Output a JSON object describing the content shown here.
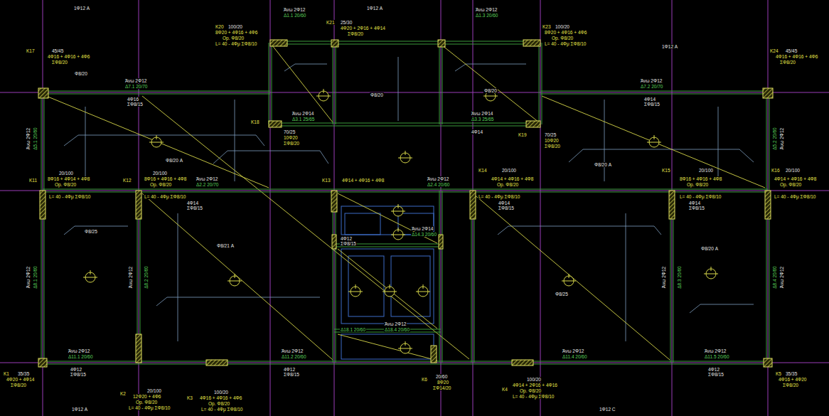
{
  "diagram": {
    "labels": [
      "1Φ12 A",
      "1Φ12 A",
      "Άνω 2Φ12",
      "Δ1.1 20/60",
      "Άνω 2Φ12",
      "Δ1.3 20/60",
      "K20",
      "100/20",
      "8Φ20 + 4Φ16 + 4Φ6",
      "Op. Φ8/20",
      "L= 40 - 4Φμ ΣΦ8/10",
      "K21",
      "25/30",
      "4Φ20 + 2Φ16 + 4Φ14",
      "ΣΦ8/20",
      "K23",
      "100/20",
      "8Φ20 + 4Φ16 + 4Φ6",
      "Op. Φ8/20",
      "L= 40 - 4Φμ ΣΦ8/10",
      "K17",
      "45/45",
      "4Φ16 + 4Φ16 + 4Φ6",
      "ΣΦ8/20",
      "Άνω 2Φ12",
      "Δ7.1 20/70",
      "4Φ16",
      "ΣΦ8/15",
      "K24",
      "45/45",
      "4Φ16 + 4Φ16 + 4Φ6",
      "ΣΦ8/20",
      "Άνω 2Φ12",
      "Δ7.2 20/70",
      "4Φ14",
      "ΣΦ8/15",
      "Άνω 2Φ14",
      "Δ3.1 25/65",
      "Άνω 2Φ14",
      "Δ3.3 25/65",
      "4Φ14",
      "Φ8/20",
      "Φ8/20",
      "K18",
      "70/25",
      "10Φ20",
      "ΣΦ8/20",
      "K19",
      "70/25",
      "10Φ20",
      "ΣΦ8/20",
      "K11",
      "20/100",
      "8Φ16 + 4Φ14 + 4Φ8",
      "Op. Φ8/20",
      "L= 40 - 4Φμ ΣΦ8/10",
      "K12",
      "20/100",
      "8Φ16 + 4Φ16 + 4Φ8",
      "Op. Φ8/20",
      "L= 40 - 4Φμ ΣΦ8/10",
      "Άνω 2Φ12",
      "Δ2.2 20/70",
      "4Φ14",
      "ΣΦ8/15",
      "K13",
      "4Φ14 + 4Φ16 + 4Φ8",
      "Άνω 2Φ12",
      "Δ2.4 20/60",
      "K14",
      "20/100",
      "4Φ14 + 4Φ16 + 4Φ8",
      "Op. Φ8/20",
      "L= 40 - 4Φμ ΣΦ8/10",
      "4Φ14",
      "ΣΦ8/15",
      "K15",
      "20/100",
      "8Φ16 + 4Φ16 + 4Φ8",
      "Op. Φ8/20",
      "L= 40 - 4Φμ ΣΦ8/10",
      "4Φ14",
      "ΣΦ8/15",
      "K16",
      "20/100",
      "4Φ14 + 4Φ16 + 4Φ8",
      "Op. Φ8/20",
      "L= 40 - 4Φμ ΣΦ8/10",
      "Άνω 2Φ12",
      "Δ5.1 20/60",
      "Άνω 2Φ12",
      "Δ8.1 20/60",
      "Άνω 2Φ12",
      "Δ5.2 20/60",
      "Άνω 2Φ12",
      "Δ8.4 20/60",
      "Άνω 2Φ12",
      "Δ8.2 20/60",
      "Άνω 2Φ12",
      "Δ8.3 20/60",
      "Άνω 2Φ12",
      "Δ11.1 20/60",
      "4Φ12",
      "ΣΦ8/15",
      "Άνω 2Φ12",
      "Δ11.2 20/60",
      "4Φ12",
      "ΣΦ8/15",
      "Άνω 2Φ12",
      "Δ11.4 20/60",
      "Άνω 2Φ12",
      "Δ11.5 20/60",
      "4Φ12",
      "ΣΦ8/15",
      "K1",
      "35/35",
      "4Φ20 + 4Φ14",
      "ΣΦ8/20",
      "K5",
      "35/35",
      "4Φ16 + 4Φ20",
      "ΣΦ8/20",
      "K2",
      "20/100",
      "12Φ20 + 4Φ6",
      "Op. Φ8/20",
      "L= 40 - 4Φμ ΣΦ8/10",
      "K3",
      "100/20",
      "4Φ16 + 4Φ16 + 4Φ6",
      "Op. Φ8/20",
      "L= 40 - 4Φμ ΣΦ8/10",
      "K6",
      "20/60",
      "8Φ20",
      "ΣΦ14/20",
      "K4",
      "100/20",
      "4Φ14 + 2Φ16 + 4Φ16",
      "Op. Φ8/20",
      "L= 40 - 4Φμ ΣΦ8/10",
      "4Φ12",
      "ΣΦ8/15",
      "Άνω 2Φ14",
      "Δ14.3 20/60",
      "Άνω 2Φ12",
      "Δ18.4 20/60",
      "Δ18.1 20/60",
      "1Φ12 A",
      "1Φ12 C",
      "Φ8/25",
      "Φ8/20 A",
      "Φ8/21 A",
      "Φ8/25",
      "Φ8/20 A",
      "Φ8/20 A",
      "1Φ12 A",
      "Φ8/20"
    ]
  }
}
